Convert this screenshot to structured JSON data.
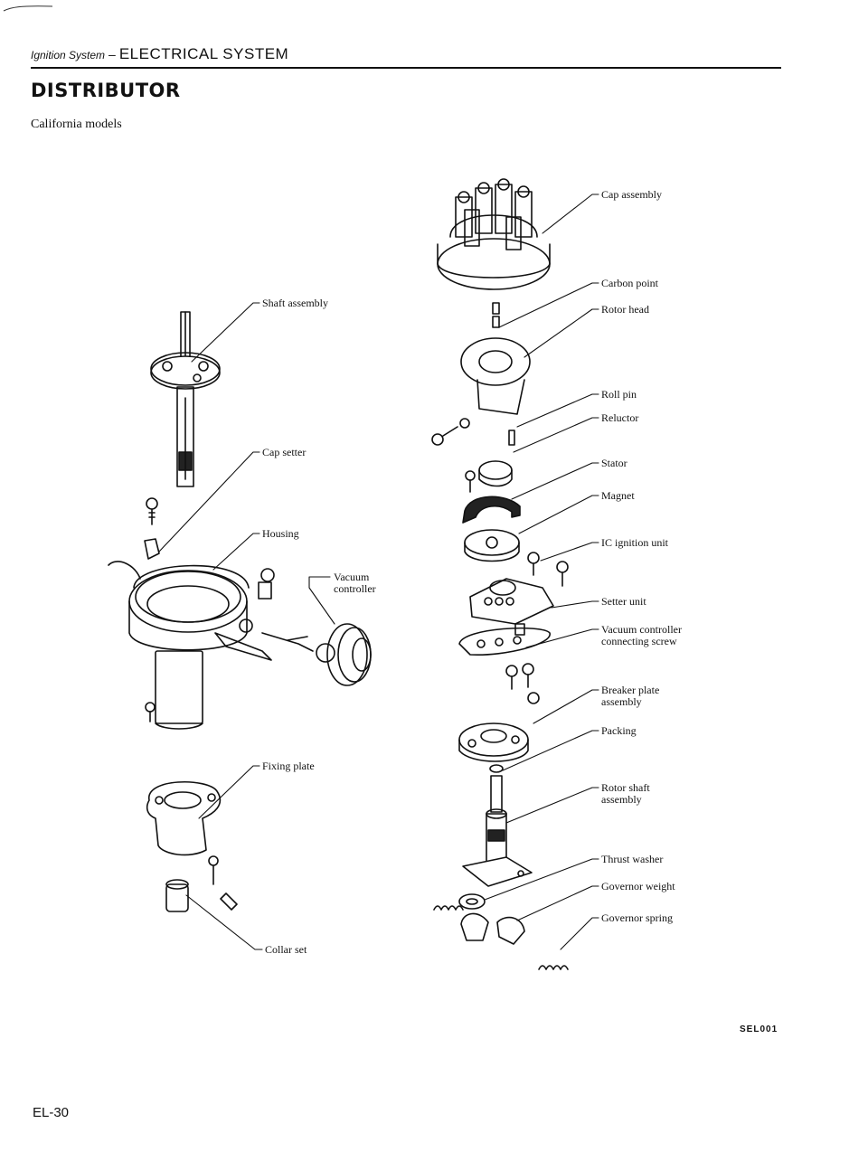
{
  "header": {
    "section": "Ignition System",
    "separator": "–",
    "chapter": "ELECTRICAL SYSTEM"
  },
  "title": "DISTRIBUTOR",
  "subtitle": "California models",
  "labels": {
    "shaft_assembly": "Shaft assembly",
    "cap_setter": "Cap setter",
    "housing": "Housing",
    "vacuum_controller_1": "Vacuum",
    "vacuum_controller_2": "controller",
    "fixing_plate": "Fixing plate",
    "collar_set": "Collar set",
    "cap_assembly": "Cap assembly",
    "carbon_point": "Carbon point",
    "rotor_head": "Rotor head",
    "roll_pin": "Roll pin",
    "reluctor": "Reluctor",
    "stator": "Stator",
    "magnet": "Magnet",
    "ic_ignition_unit": "IC ignition unit",
    "setter_unit": "Setter unit",
    "vacuum_controller_screw_1": "Vacuum controller",
    "vacuum_controller_screw_2": "connecting screw",
    "breaker_plate_1": "Breaker plate",
    "breaker_plate_2": "assembly",
    "packing": "Packing",
    "rotor_shaft_1": "Rotor shaft",
    "rotor_shaft_2": "assembly",
    "thrust_washer": "Thrust washer",
    "governor_weight": "Governor weight",
    "governor_spring": "Governor spring"
  },
  "figure_code": "SEL001",
  "page_number": "EL-30"
}
